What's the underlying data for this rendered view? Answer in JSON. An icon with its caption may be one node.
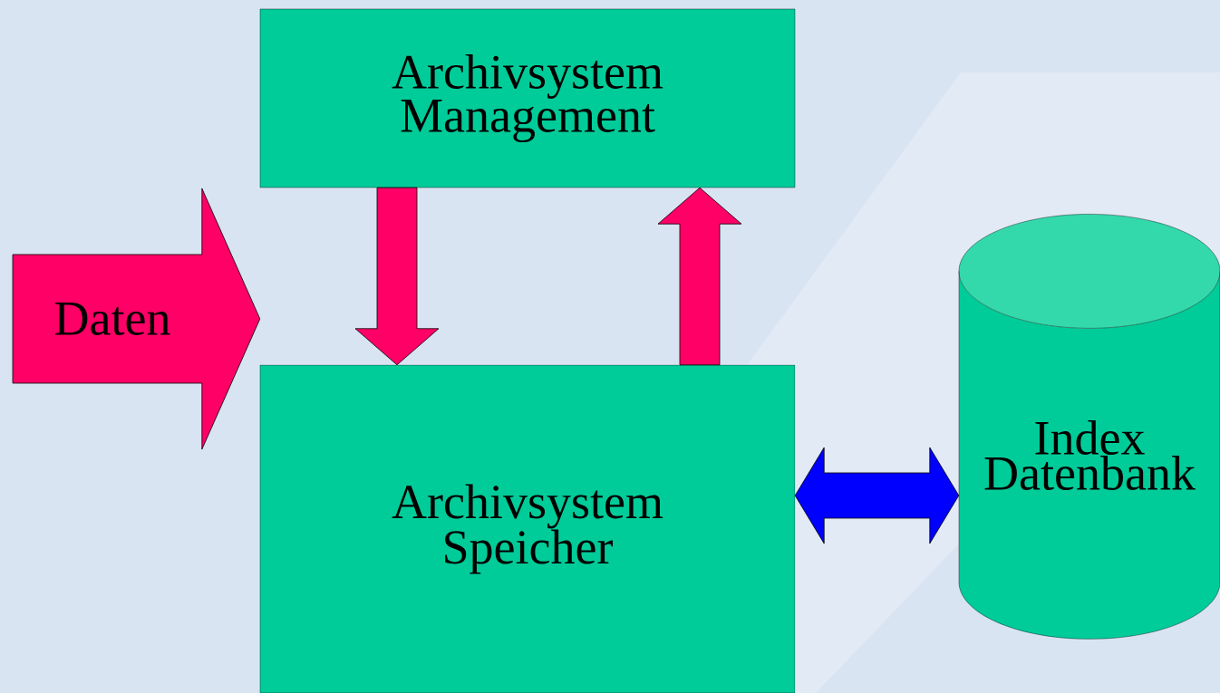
{
  "diagram": {
    "nodes": [
      {
        "text": [
          "Archivsystem Management"
        ]
      },
      {
        "text": [
          "Archivsystem Speicher"
        ]
      },
      {
        "text": [
          "Index Datenbank"
        ]
      }
    ],
    "edges": [
      {
        "from": 0,
        "to": 1,
        "arrow": "to"
      },
      {
        "from": 1,
        "to": 0,
        "arrow": "to"
      },
      {
        "from": 1,
        "to": 2,
        "arrow": "both",
        "color": "#0000ff"
      },
      {
        "from": null,
        "to": 1,
        "arrow": "to",
        "label": "Daten",
        "style": "thick"
      }
    ]
  }
}
